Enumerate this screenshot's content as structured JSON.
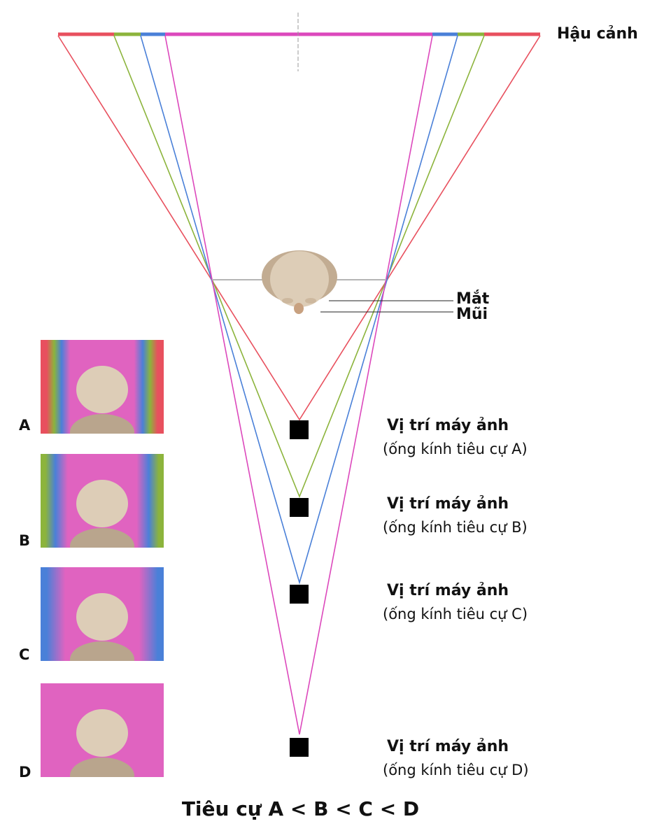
{
  "background_label": "Hậu cảnh",
  "subject": {
    "eye_label": "Mắt",
    "nose_label": "Mũi"
  },
  "cameras": [
    {
      "id": "A",
      "title": "Vị trí máy ảnh",
      "subtitle": "(ống kính tiêu cự A)",
      "color": "#e8505e"
    },
    {
      "id": "B",
      "title": "Vị trí máy ảnh",
      "subtitle": "(ống kính tiêu cự B)",
      "color": "#8cb43c"
    },
    {
      "id": "C",
      "title": "Vị trí máy ảnh",
      "subtitle": "(ống kính tiêu cự C)",
      "color": "#4a80d8"
    },
    {
      "id": "D",
      "title": "Vị trí máy ảnh",
      "subtitle": "(ống kính tiêu cự D)",
      "color": "#dc48bc"
    }
  ],
  "thumbnails": [
    {
      "letter": "A"
    },
    {
      "letter": "B"
    },
    {
      "letter": "C"
    },
    {
      "letter": "D"
    }
  ],
  "caption": "Tiêu cự A < B < C < D",
  "colors": {
    "red": "#e8505e",
    "green": "#8cb43c",
    "blue": "#4a80d8",
    "magenta": "#dc48bc",
    "background_pink": "#e063c0",
    "face": "#ddcdb7",
    "shoulders": "#b9a58d",
    "head_shadow": "#c2ac92",
    "camera": "#000000"
  }
}
